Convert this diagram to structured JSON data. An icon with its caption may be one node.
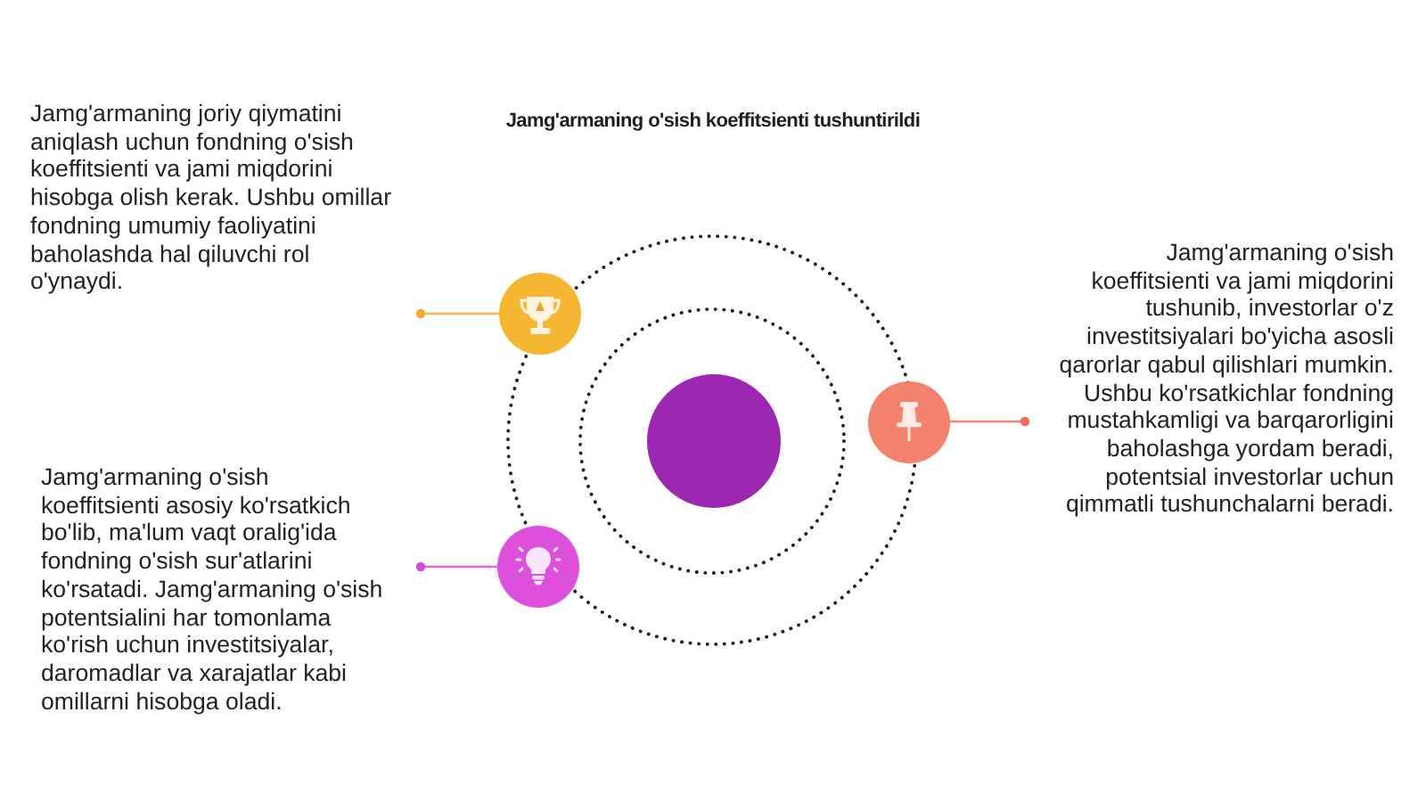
{
  "diagram": {
    "title": "Jamg'armaning o'sish koeffitsienti tushuntirildi",
    "nodes": [
      {
        "text": [
          "Jamg'armaning joriy qiymatini aniqlash uchun fondning o'sish koeffitsienti va jami miqdorini hisobga olish kerak. Ushbu omillar fondning umumiy faoliyatini baholashda hal qiluvchi rol o'ynaydi."
        ]
      },
      {
        "text": [
          "Jamg'armaning o'sish koeffitsienti va jami miqdorini tushunib, investorlar o'z investitsiyalari bo'yicha asosli qarorlar qabul qilishlari mumkin. Ushbu ko'rsatkichlar fondning mustahkamligi va barqarorligini baholashga yordam beradi, potentsial investorlar uchun qimmatli tushunchalarni beradi."
        ]
      },
      {
        "text": [],
        "shape": "circle"
      },
      {
        "text": [],
        "shape": "circle"
      },
      {
        "text": [],
        "shape": "circle"
      },
      {
        "text": [],
        "shape": "circle"
      },
      {
        "text": [
          "Jamg'armaning o'sish koeffitsienti asosiy ko'rsatkich bo'lib, ma'lum vaqt oralig'ida fondning o'sish sur'atlarini ko'rsatadi. Jamg'armaning o'sish potentsialini har tomonlama ko'rish uchun investitsiyalar, daromadlar va xarajatlar kabi omillarni hisobga oladi."
        ]
      }
    ],
    "edges": [
      {
        "from": 0,
        "to": 2,
        "arrow": "other",
        "color": "#f4a937"
      },
      {
        "from": 1,
        "to": 4,
        "arrow": "other",
        "color": "#f26b5b"
      },
      {
        "from": 6,
        "to": 5,
        "arrow": "other",
        "color": "#d94cd6"
      }
    ]
  }
}
